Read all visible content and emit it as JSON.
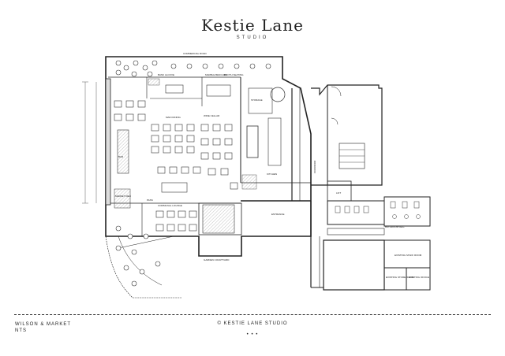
{
  "brand": {
    "name": "Kestie Lane",
    "sub": "STUDIO"
  },
  "plan": {
    "labels": {
      "commercial_road": "COMMERCIAL ROAD",
      "marble_benches": "MARBLE BENCHES",
      "bank_alcove": "BANK ALCOVE",
      "booth_seating": "BOOTH SEATING",
      "main_dining": "MAIN DINING",
      "communal_lounge": "COMMUNAL LOUNGE",
      "bar": "BAR",
      "kitchen": "KITCHEN",
      "wine_cellar": "WINE CELLAR",
      "storage": "STORAGE",
      "lift": "LIFT",
      "garden_courtyard": "GARDEN COURTYARD",
      "entrance": "ENTRANCE",
      "market_deli": "MARKET DELI",
      "pass": "PASS",
      "existing_staff_room": "EXISTING STAFF ROOM",
      "existing_store_room": "EXISTING STORE ROOM",
      "existing_office": "EXISTING OFFICE",
      "bathroom_rd": "BATHROOM REG",
      "corridor": "CORRIDOR"
    }
  },
  "footer": {
    "project_line1": "WILSON & MARKET",
    "project_line2": "NTS",
    "copyright": "© KESTIE LANE STUDIO",
    "dots": "• • •"
  }
}
